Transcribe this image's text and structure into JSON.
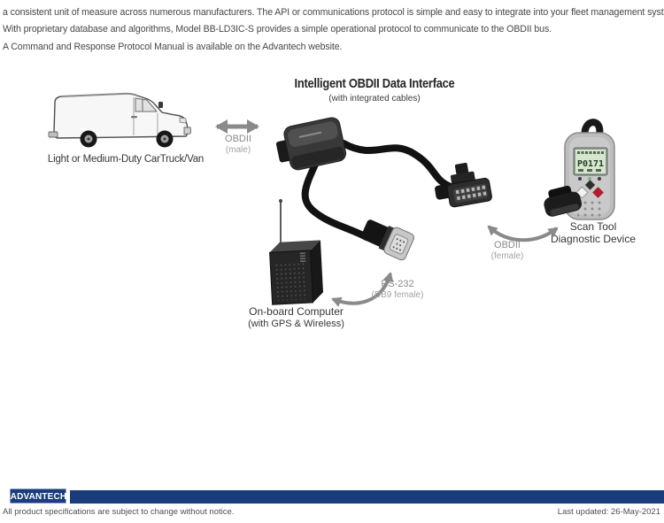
{
  "intro": {
    "line1": "a consistent unit of measure across numerous manufacturers. The API or communications protocol is simple and easy to integrate into your fleet management system.",
    "line2": "With proprietary database and algorithms, Model BB-LD3IC-S provides a simple operational protocol to communicate to the OBDII bus.",
    "line3": "A Command and Response Protocol Manual is available on the Advantech website."
  },
  "diagram": {
    "title": "Intelligent OBDII Data Interface",
    "subtitle": "(with integrated cables)",
    "vehicle_label": "Light or Medium-Duty CarTruck/Van",
    "obdii_male": {
      "label": "OBDII",
      "sublabel": "(male)"
    },
    "obdii_female": {
      "label": "OBDII",
      "sublabel": "(female)"
    },
    "rs232": {
      "label": "RS-232",
      "sublabel": "(DB9 female)"
    },
    "computer_label": "On-board Computer",
    "computer_sublabel": "(with GPS  & Wireless)",
    "scantool_label_line1": "Scan Tool",
    "scantool_label_line2": "Diagnostic Device",
    "scantool_display": "P0171"
  },
  "footer": {
    "logo": "ADVANTECH",
    "disclaimer": "All product specifications are subject to change without notice.",
    "last_updated": "Last updated: 26-May-2021"
  },
  "colors": {
    "brand_blue": "#1b3d7d",
    "arrow_gray": "#8a8a8a",
    "label_gray": "#8a8a8a",
    "sublabel_gray": "#a3a3a3",
    "screen_green": "#d6e6cf",
    "button_red": "#b01d2e"
  }
}
